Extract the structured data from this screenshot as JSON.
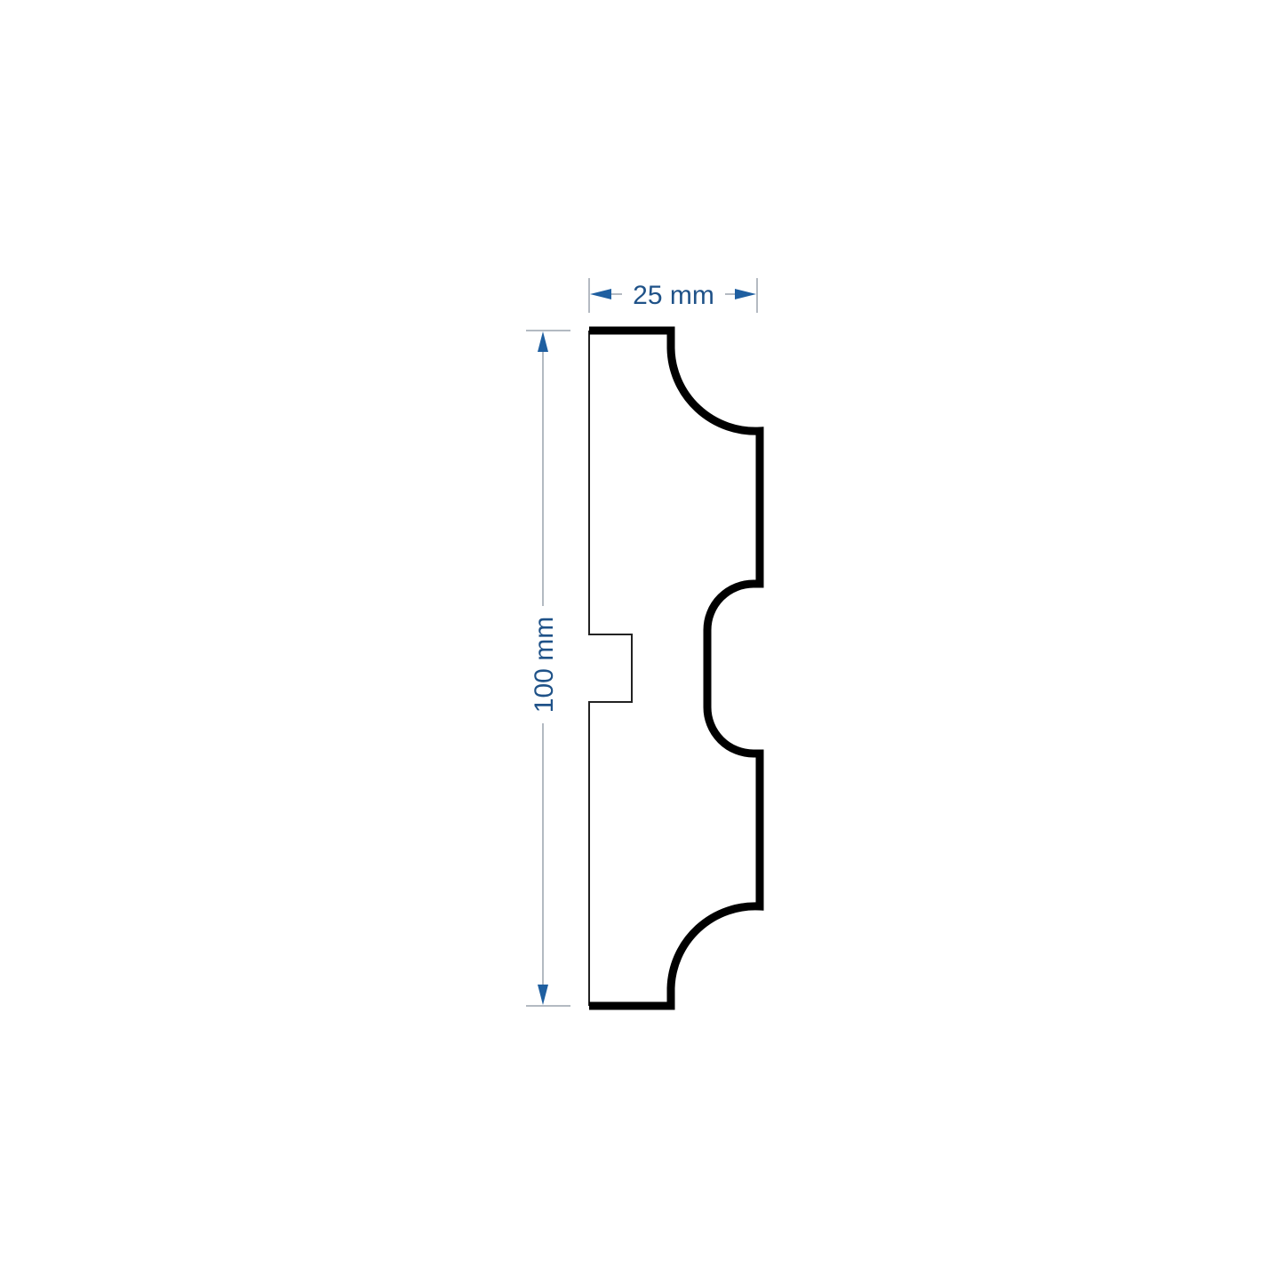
{
  "diagram": {
    "type": "profile-cross-section",
    "colors": {
      "background": "#ffffff",
      "profile_stroke": "#000000",
      "dimension_line": "#9aa3ad",
      "dimension_arrow": "#1f5fa0",
      "dimension_text": "#1f5288"
    },
    "dimensions": {
      "width": {
        "label": "25 mm",
        "value": 25,
        "unit": "mm"
      },
      "height": {
        "label": "100 mm",
        "value": 100,
        "unit": "mm"
      }
    }
  }
}
